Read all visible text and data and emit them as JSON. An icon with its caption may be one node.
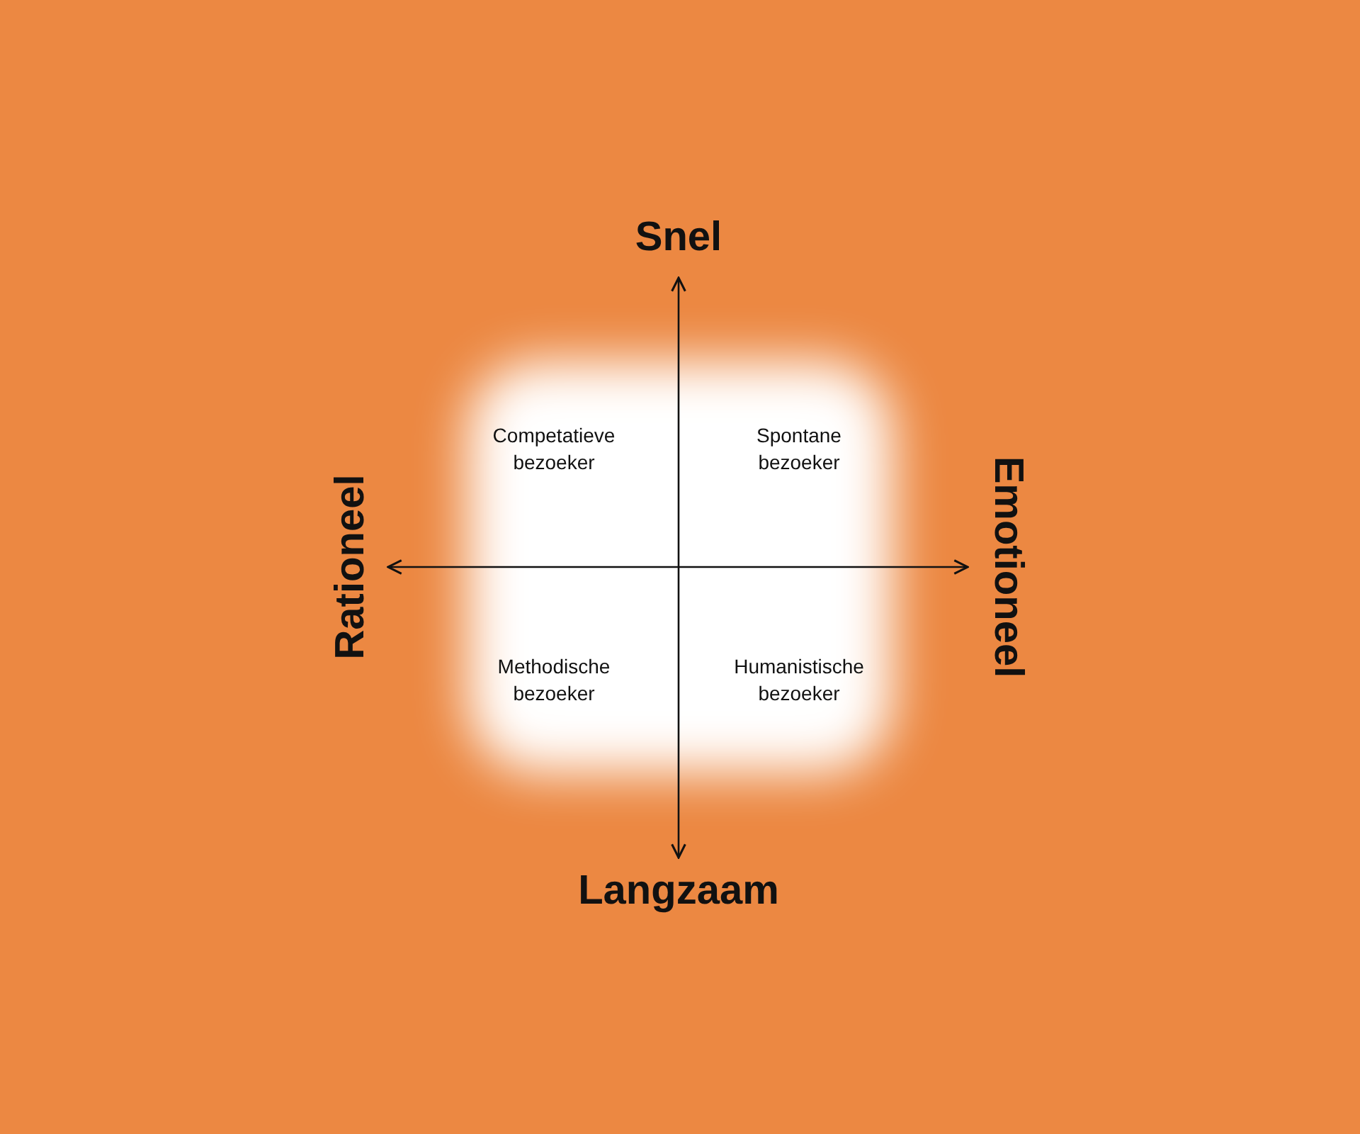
{
  "diagram": {
    "labels": [
      "Snel",
      "Competatieve bezoeker",
      "Spontane bezoeker",
      "Rationeel",
      "Emotioneel",
      "Methodische bezoeker",
      "Humanistische bezoeker",
      "Langzaam"
    ]
  }
}
